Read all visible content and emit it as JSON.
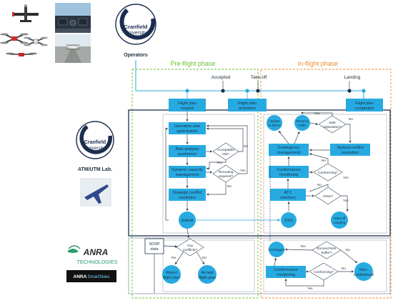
{
  "operators": {
    "label": "Operators",
    "university_top": "Cranfield",
    "university_bottom": "University"
  },
  "atm_lab": {
    "label": "ATM/UTM Lab.",
    "university_top": "Cranfield",
    "university_bottom": "University"
  },
  "anra": {
    "name": "ANRA",
    "technologies": "TECHNOLOGIES",
    "badge_left": "ANRA",
    "badge_right": "SmartSkies"
  },
  "phases": {
    "preflight": "Pre-flight phase",
    "inflight": "In-flight phase"
  },
  "milestones": {
    "accepted": "Accepted",
    "takeoff": "Take-off",
    "landing": "Landing"
  },
  "flow": {
    "flight_plan_request_1": "Flight plan",
    "flight_plan_request_2": "request",
    "flight_plan_activation_1": "Flight plan",
    "flight_plan_activation_2": "activation",
    "flight_plan_completion_1": "Flight plan",
    "flight_plan_completion_2": "completion",
    "operation_plan_1": "Operation plan",
    "operation_plan_2": "optimization",
    "risk_analysis_1": "Risk analysis",
    "risk_analysis_2": "assistance",
    "dynamic_capacity_1": "Dynamic capacity",
    "dynamic_capacity_2": "management",
    "strategic_conflict_1": "Strategic conflict",
    "strategic_conflict_2": "resolution",
    "submit": "Submit",
    "acceptable_risk_1": "Acceptable",
    "acceptable_risk_2": "risk?",
    "rerouting_1": "Rerouting",
    "rerouting_2": "required?",
    "sdsp_1": "SDSP",
    "sdsp_2": "data",
    "any_conflicts_1": "Any",
    "any_conflicts_2": "conflicts?",
    "reject_1": "Reject",
    "reject_2": "flight plan",
    "accept_1": "Accept",
    "accept_2": "flight plan",
    "update_drlz_1": "Update",
    "update_drlz_2": "to DRLZ",
    "observe_traffic_1": "Observe",
    "observe_traffic_2": "traffic",
    "safe_separation_1": "Safe",
    "safe_separation_2": "separation?",
    "contingency_mgmt_1": "Contingency",
    "contingency_mgmt_2": "management",
    "tactical_conflict_1": "Tactical conflict",
    "tactical_conflict_2": "resolution",
    "conformance_1": "Conformance",
    "conformance_2": "monitoring",
    "conforming": "Conforming?",
    "clear": "Clear?",
    "atc_1": "ATC",
    "atc_2": "interface",
    "dss": "DSS",
    "takeoff_landing_1": "Take-off",
    "takeoff_landing_2": "Landing",
    "contingent": "Contingent",
    "exceed_buffer_1": "Exceed time",
    "exceed_buffer_2": "buffer?",
    "conformance_b_1": "Conformance",
    "conformance_b_2": "monitoring",
    "conforming_b": "Conforming?",
    "nonconformant_1": "Non-",
    "nonconformant_2": "conformant"
  },
  "edge_labels": {
    "yes": "Yes",
    "no": "No"
  },
  "colors": {
    "box_fill": "#27aae1",
    "box_text": "#1b2d3f",
    "navy": "#1b2d4f",
    "preflight_green": "#6cbf2f",
    "inflight_orange": "#ee8a33",
    "timeline_blue": "#2aa7dd"
  }
}
